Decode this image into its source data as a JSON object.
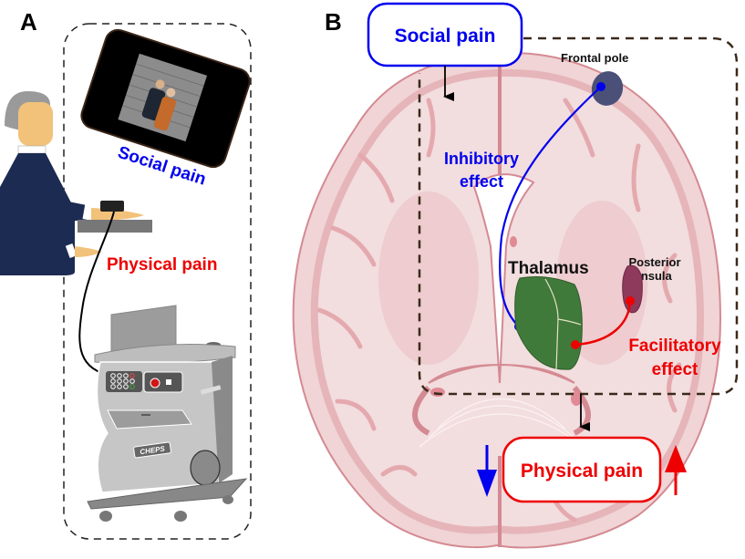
{
  "figure": {
    "panels": [
      {
        "id": "A",
        "letter": "A",
        "labels": {
          "social_pain": "Social pain",
          "physical_pain": "Physical pain",
          "device_brand": "CHEPS"
        }
      },
      {
        "id": "B",
        "letter": "B",
        "boxes": {
          "social_pain": "Social pain",
          "physical_pain": "Physical pain"
        },
        "regions": {
          "frontal_pole": "Frontal pole",
          "thalamus": "Thalamus",
          "posterior_insula_line1": "Posterior",
          "posterior_insula_line2": "insula"
        },
        "effects": {
          "inhibitory_line1": "Inhibitory",
          "inhibitory_line2": "effect",
          "facilitatory_line1": "Facilitatory",
          "facilitatory_line2": "effect"
        }
      }
    ],
    "colors": {
      "social": "#0000ee",
      "physical": "#ee0000",
      "dashed_frame": "#3a2a1a",
      "brain_fill": "#f0d4d6",
      "brain_dark": "#e5b2b6",
      "brain_stroke": "#d48a92",
      "thalamus": "#3f7a3a",
      "frontal_pole": "#4a5078",
      "posterior_insula": "#8e3a5c",
      "suit": "#1c2b52",
      "skin": "#f2c27a",
      "hair": "#9a9a9a"
    }
  }
}
